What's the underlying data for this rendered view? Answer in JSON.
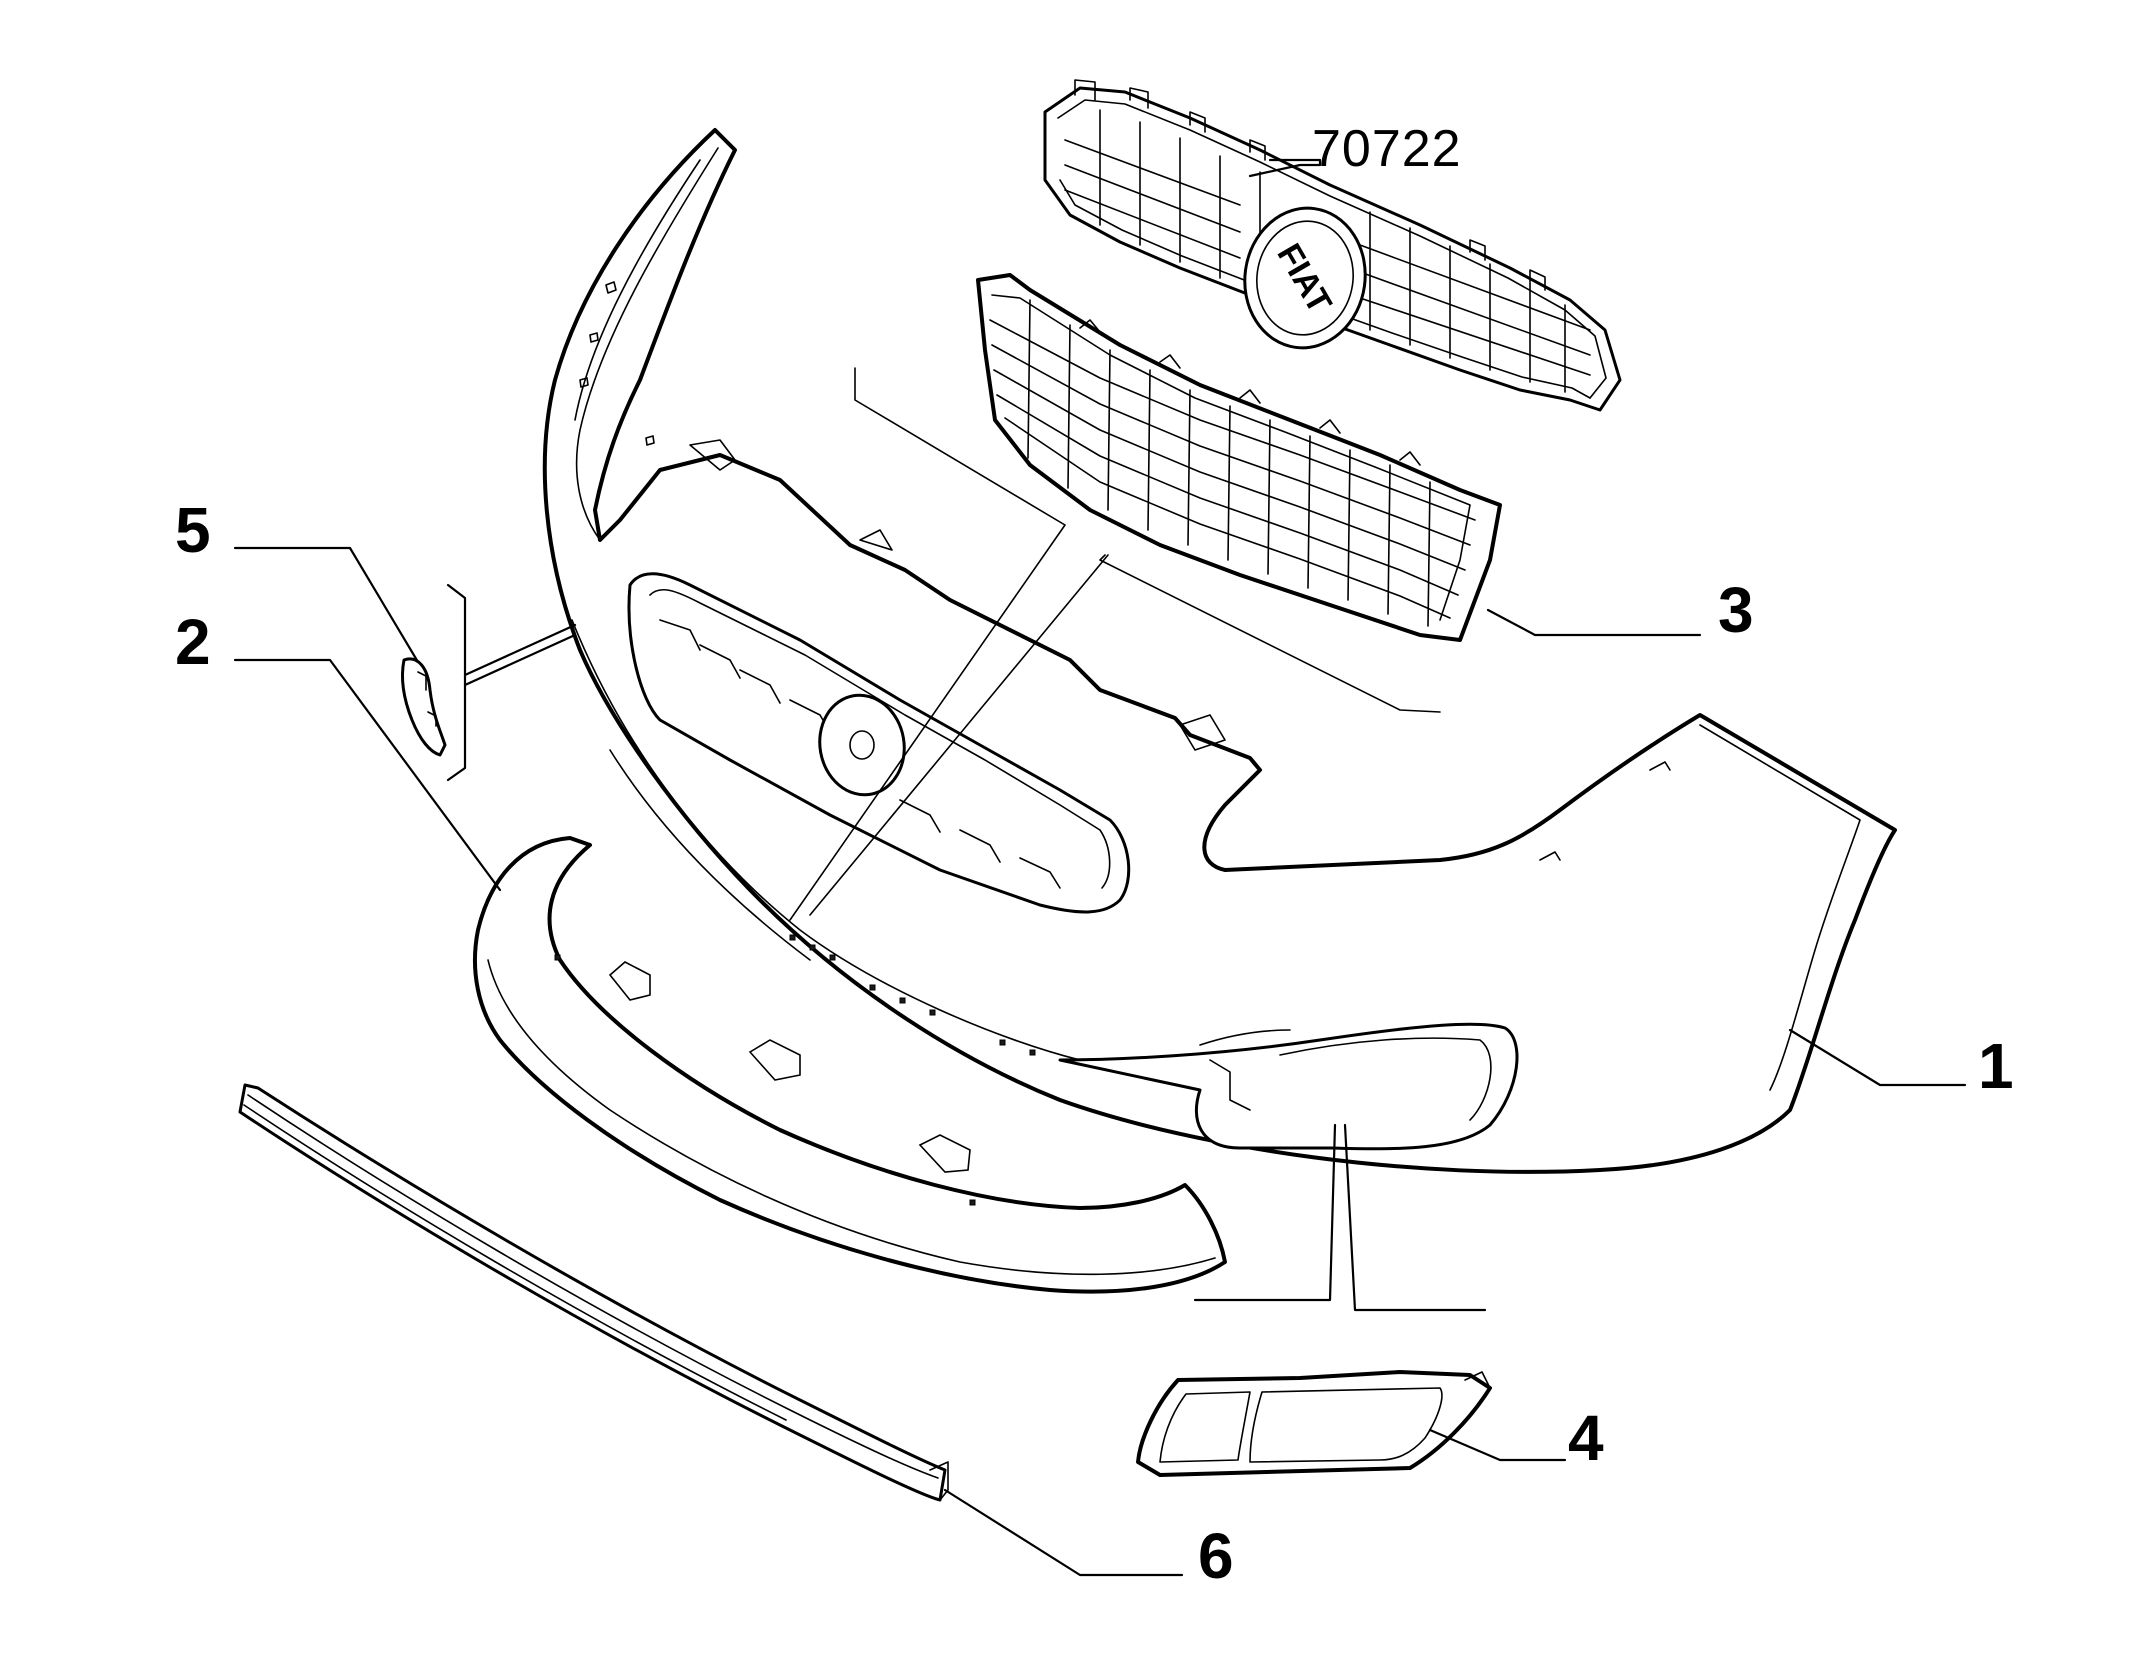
{
  "diagram": {
    "callouts": {
      "part_number": "70722",
      "item_1": "1",
      "item_2": "2",
      "item_3": "3",
      "item_4": "4",
      "item_5": "5",
      "item_6": "6"
    },
    "logo_text": "FIAT"
  },
  "colors": {
    "line": "#000000",
    "background": "#ffffff"
  }
}
